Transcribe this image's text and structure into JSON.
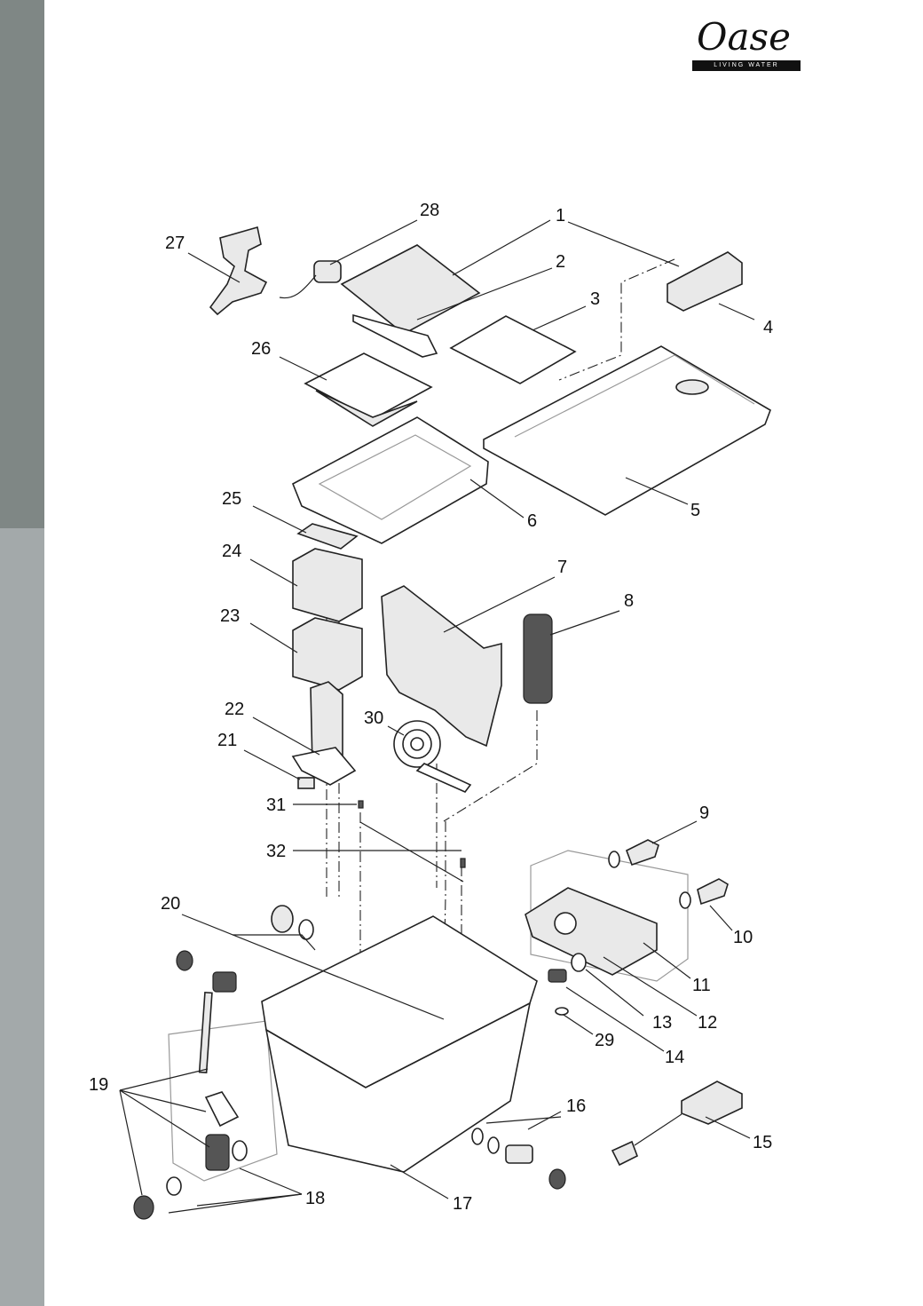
{
  "brand": {
    "logo_text": "Oase",
    "tagline": "LIVING WATER"
  },
  "colors": {
    "sidebar_top": "#7f8785",
    "sidebar_bottom": "#a3a9aa",
    "ink": "#222222"
  },
  "callouts": [
    "1",
    "2",
    "3",
    "4",
    "5",
    "6",
    "7",
    "8",
    "9",
    "10",
    "11",
    "12",
    "13",
    "14",
    "15",
    "16",
    "17",
    "18",
    "19",
    "20",
    "21",
    "22",
    "23",
    "24",
    "25",
    "26",
    "27",
    "28",
    "29",
    "30",
    "31",
    "32"
  ]
}
